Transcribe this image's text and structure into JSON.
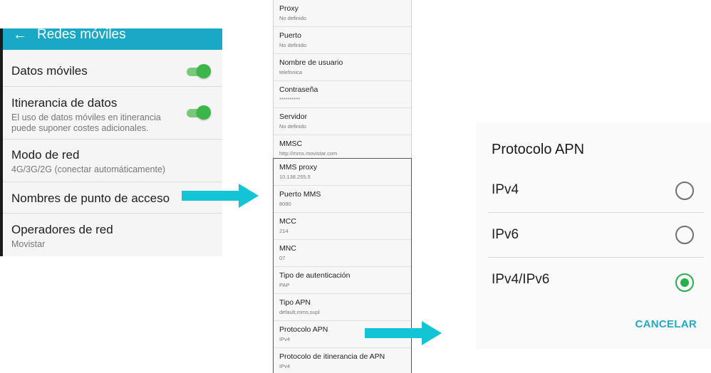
{
  "panel_mobile_networks": {
    "title": "Redes móviles",
    "back_icon": "←",
    "items": [
      {
        "title": "Datos móviles",
        "subtitle": "",
        "toggle": true
      },
      {
        "title": "Itinerancia de datos",
        "subtitle": "El uso de datos móviles en itinerancia puede suponer costes adicionales.",
        "toggle": true
      },
      {
        "title": "Modo de red",
        "subtitle": "4G/3G/2G (conectar automáticamente)"
      },
      {
        "title": "Nombres de punto de acceso",
        "subtitle": ""
      },
      {
        "title": "Operadores de red",
        "subtitle": "Movistar"
      }
    ]
  },
  "panel_apn_top": {
    "items": [
      {
        "label": "Proxy",
        "value": "No definido"
      },
      {
        "label": "Puerto",
        "value": "No definido"
      },
      {
        "label": "Nombre de usuario",
        "value": "telefonica"
      },
      {
        "label": "Contraseña",
        "value": "**********"
      },
      {
        "label": "Servidor",
        "value": "No definido"
      },
      {
        "label": "MMSC",
        "value": "http://mms.movistar.com"
      }
    ]
  },
  "panel_apn_bottom": {
    "items": [
      {
        "label": "MMS proxy",
        "value": "10.138.255.5"
      },
      {
        "label": "Puerto MMS",
        "value": "8080"
      },
      {
        "label": "MCC",
        "value": "214"
      },
      {
        "label": "MNC",
        "value": "07"
      },
      {
        "label": "Tipo de autenticación",
        "value": "PAP"
      },
      {
        "label": "Tipo APN",
        "value": "default,mms,supl"
      },
      {
        "label": "Protocolo APN",
        "value": "IPv4"
      },
      {
        "label": "Protocolo de itinerancia de APN",
        "value": "IPv4"
      }
    ]
  },
  "dialog": {
    "title": "Protocolo APN",
    "options": [
      {
        "label": "IPv4",
        "selected": false
      },
      {
        "label": "IPv6",
        "selected": false
      },
      {
        "label": "IPv4/IPv6",
        "selected": true
      }
    ],
    "cancel_label": "CANCELAR"
  },
  "colors": {
    "app_bar": "#1aa8c7",
    "toggle_on": "#3cb649",
    "radio_selected": "#27ae4e",
    "arrow": "#12c4d6",
    "cancel_text": "#1fa9c4"
  }
}
